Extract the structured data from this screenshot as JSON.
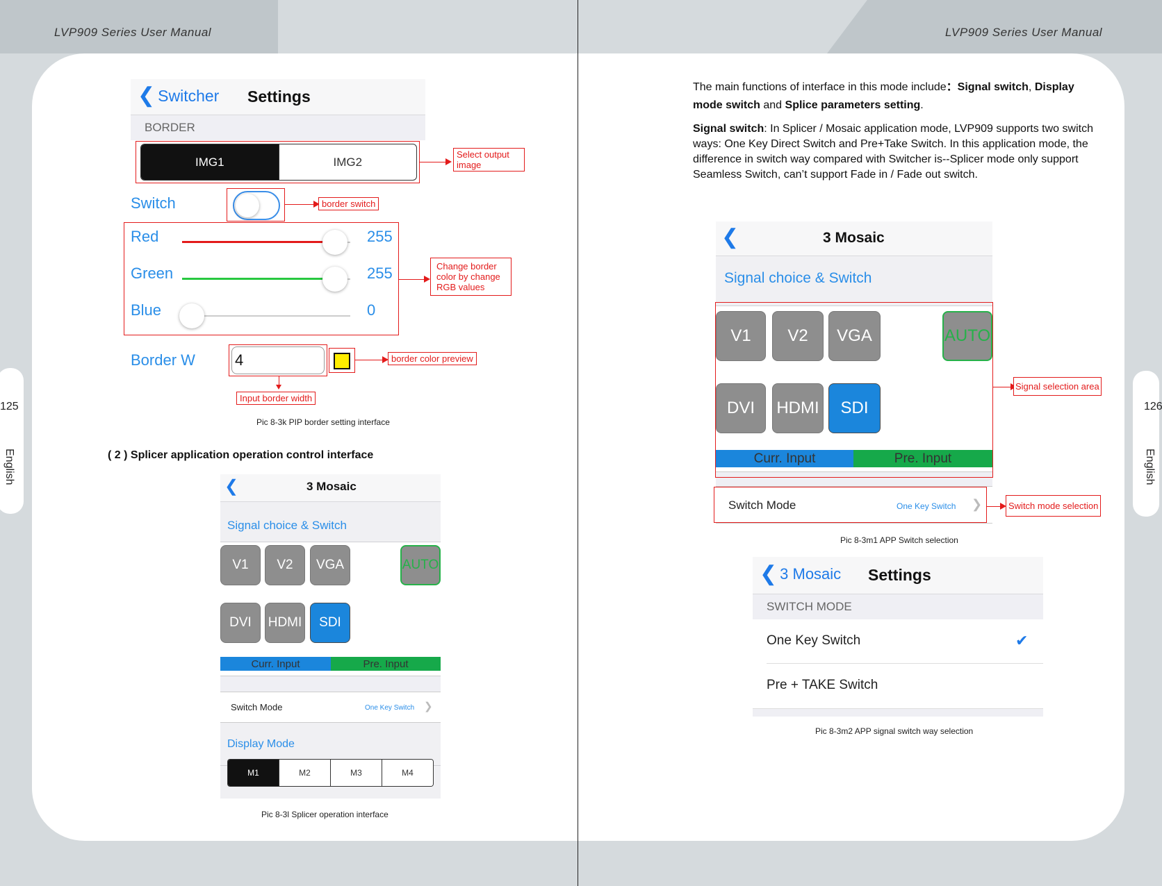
{
  "header": {
    "left_title": "LVP909 Series User Manual",
    "right_title": "LVP909 Series User Manual"
  },
  "left_page": {
    "page_number": "125",
    "side_label": "English",
    "border_screen": {
      "back_label": "Switcher",
      "title": "Settings",
      "section": "BORDER",
      "segments": [
        "IMG1",
        "IMG2"
      ],
      "switch_label": "Switch",
      "red_label": "Red",
      "red_value": "255",
      "red_level": 1.0,
      "green_label": "Green",
      "green_value": "255",
      "green_level": 1.0,
      "blue_label": "Blue",
      "blue_value": "0",
      "blue_level": 0.0,
      "border_w_label": "Border W",
      "border_w_value": "4",
      "preview_color": "#ffee00"
    },
    "annotations": {
      "select_output": "Select output image",
      "border_switch": "border switch",
      "change_color": "Change border color by change RGB values",
      "color_preview": "border color preview",
      "input_width": "Input border width"
    },
    "caption1": "Pic 8-3k PIP border setting interface",
    "section_heading": "( 2 ) Splicer application operation control interface",
    "splicer_screen": {
      "title": "3 Mosaic",
      "signal_header": "Signal choice & Switch",
      "signals_row1": [
        "V1",
        "V2",
        "VGA"
      ],
      "auto_label": "AUTO",
      "signals_row2": [
        "DVI",
        "HDMI",
        "SDI"
      ],
      "curr_input": "Curr. Input",
      "pre_input": "Pre. Input",
      "switch_mode_label": "Switch Mode",
      "switch_mode_value": "One Key Switch",
      "display_mode_label": "Display Mode",
      "modes": [
        "M1",
        "M2",
        "M3",
        "M4"
      ]
    },
    "caption2": "Pic 8-3l Splicer operation interface"
  },
  "right_page": {
    "page_number": "126",
    "side_label": "English",
    "intro": {
      "text_start": "The main functions of interface in this mode include",
      "colon": "：",
      "f1": "Signal switch",
      "sep1": ",",
      "f2": "Display mode switch",
      "and": "and",
      "f3": "Splice parameters setting",
      "end": "."
    },
    "signal_para": {
      "term": "Signal switch",
      "body": ": In Splicer / Mosaic application mode, LVP909 supports two switch ways: One Key Direct Switch and Pre+Take Switch. In this application mode, the difference in switch way compared with Switcher is--Splicer mode only support Seamless Switch, can’t support Fade in / Fade out switch."
    },
    "mosaic_screen": {
      "title": "3 Mosaic",
      "signal_header": "Signal choice & Switch",
      "signals_row1": [
        "V1",
        "V2",
        "VGA"
      ],
      "auto_label": "AUTO",
      "signals_row2": [
        "DVI",
        "HDMI",
        "SDI"
      ],
      "curr_input": "Curr. Input",
      "pre_input": "Pre. Input",
      "switch_mode_label": "Switch Mode",
      "switch_mode_value": "One Key Switch"
    },
    "annotations": {
      "signal_area": "Signal selection area",
      "switch_mode_sel": "Switch mode selection"
    },
    "caption1": "Pic 8-3m1 APP Switch selection",
    "settings_screen": {
      "back_label": "3 Mosaic",
      "title": "Settings",
      "section": "SWITCH MODE",
      "option1": "One Key Switch",
      "option2": "Pre + TAKE Switch",
      "check": "✔"
    },
    "caption2": "Pic 8-3m2 APP signal switch way selection"
  },
  "colors": {
    "accent_blue": "#1e7ae8",
    "annotation_red": "#e31b1b",
    "current_blue": "#1b86dc",
    "preview_green": "#16a94a"
  }
}
